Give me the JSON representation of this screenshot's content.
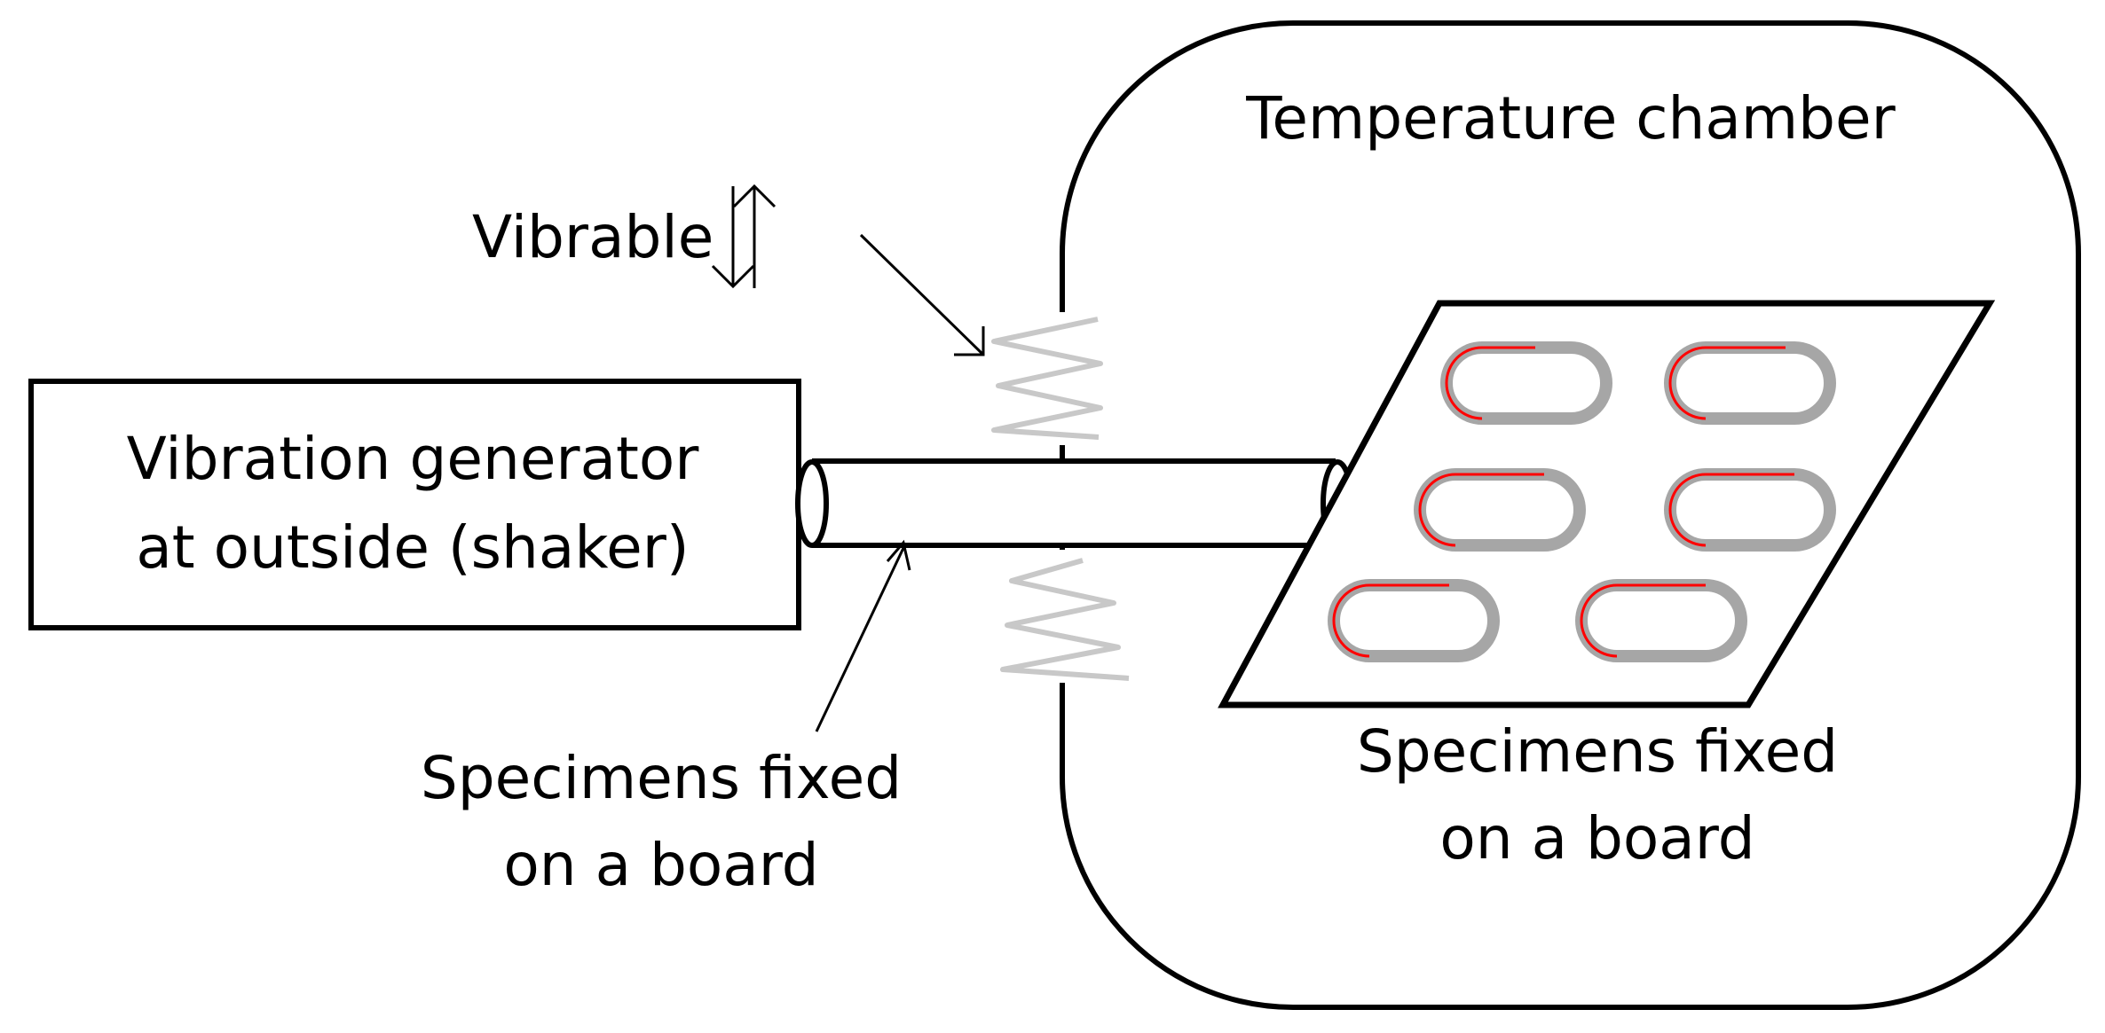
{
  "diagram": {
    "chamber_label": "Temperature chamber",
    "vibrable_label": "Vibrable",
    "generator_label_line1": "Vibration generator",
    "generator_label_line2": "at outside (shaker)",
    "rod_specimens_line1": "Specimens fixed",
    "rod_specimens_line2": "on a board",
    "board_specimens_line1": "Specimens fixed",
    "board_specimens_line2": "on a board"
  },
  "colors": {
    "stroke": "#000000",
    "spring": "#c8c8c8",
    "specimen_body": "#a6a6a6",
    "specimen_highlight": "#ff0000",
    "background": "#ffffff"
  }
}
